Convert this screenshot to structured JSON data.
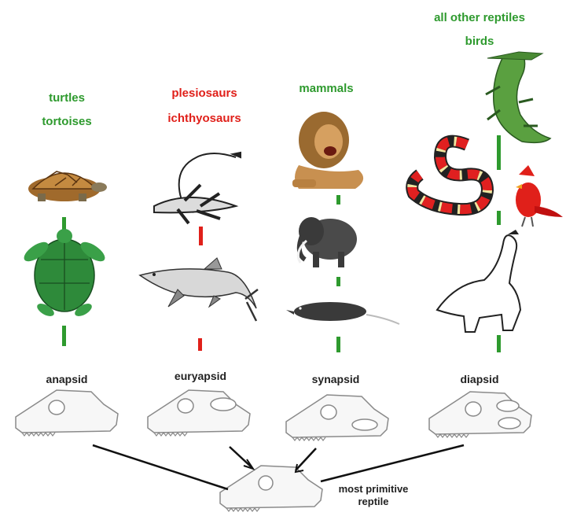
{
  "groups": {
    "anapsid": {
      "name": "anapsid",
      "descendants": [
        "turtles",
        "tortoises"
      ],
      "color": "#2e9a2e"
    },
    "euryapsid": {
      "name": "euryapsid",
      "descendants": [
        "plesiosaurs",
        "ichthyosaurs"
      ],
      "color": "#e0201a"
    },
    "synapsid": {
      "name": "synapsid",
      "descendants": [
        "mammals"
      ],
      "color": "#2e9a2e"
    },
    "diapsid": {
      "name": "diapsid",
      "descendants": [
        "all other reptiles",
        "birds"
      ],
      "color": "#2e9a2e"
    }
  },
  "root": {
    "line1": "most primitive",
    "line2": "reptile"
  },
  "animals": {
    "anapsid": [
      "tortoise-icon",
      "sea-turtle-icon"
    ],
    "euryapsid": [
      "plesiosaur-icon",
      "ichthyosaur-icon"
    ],
    "synapsid": [
      "lion-icon",
      "mammoth-icon",
      "shrew-icon"
    ],
    "diapsid": [
      "alligator-icon",
      "coral-snake-icon",
      "cardinal-icon",
      "sauropod-icon"
    ]
  }
}
